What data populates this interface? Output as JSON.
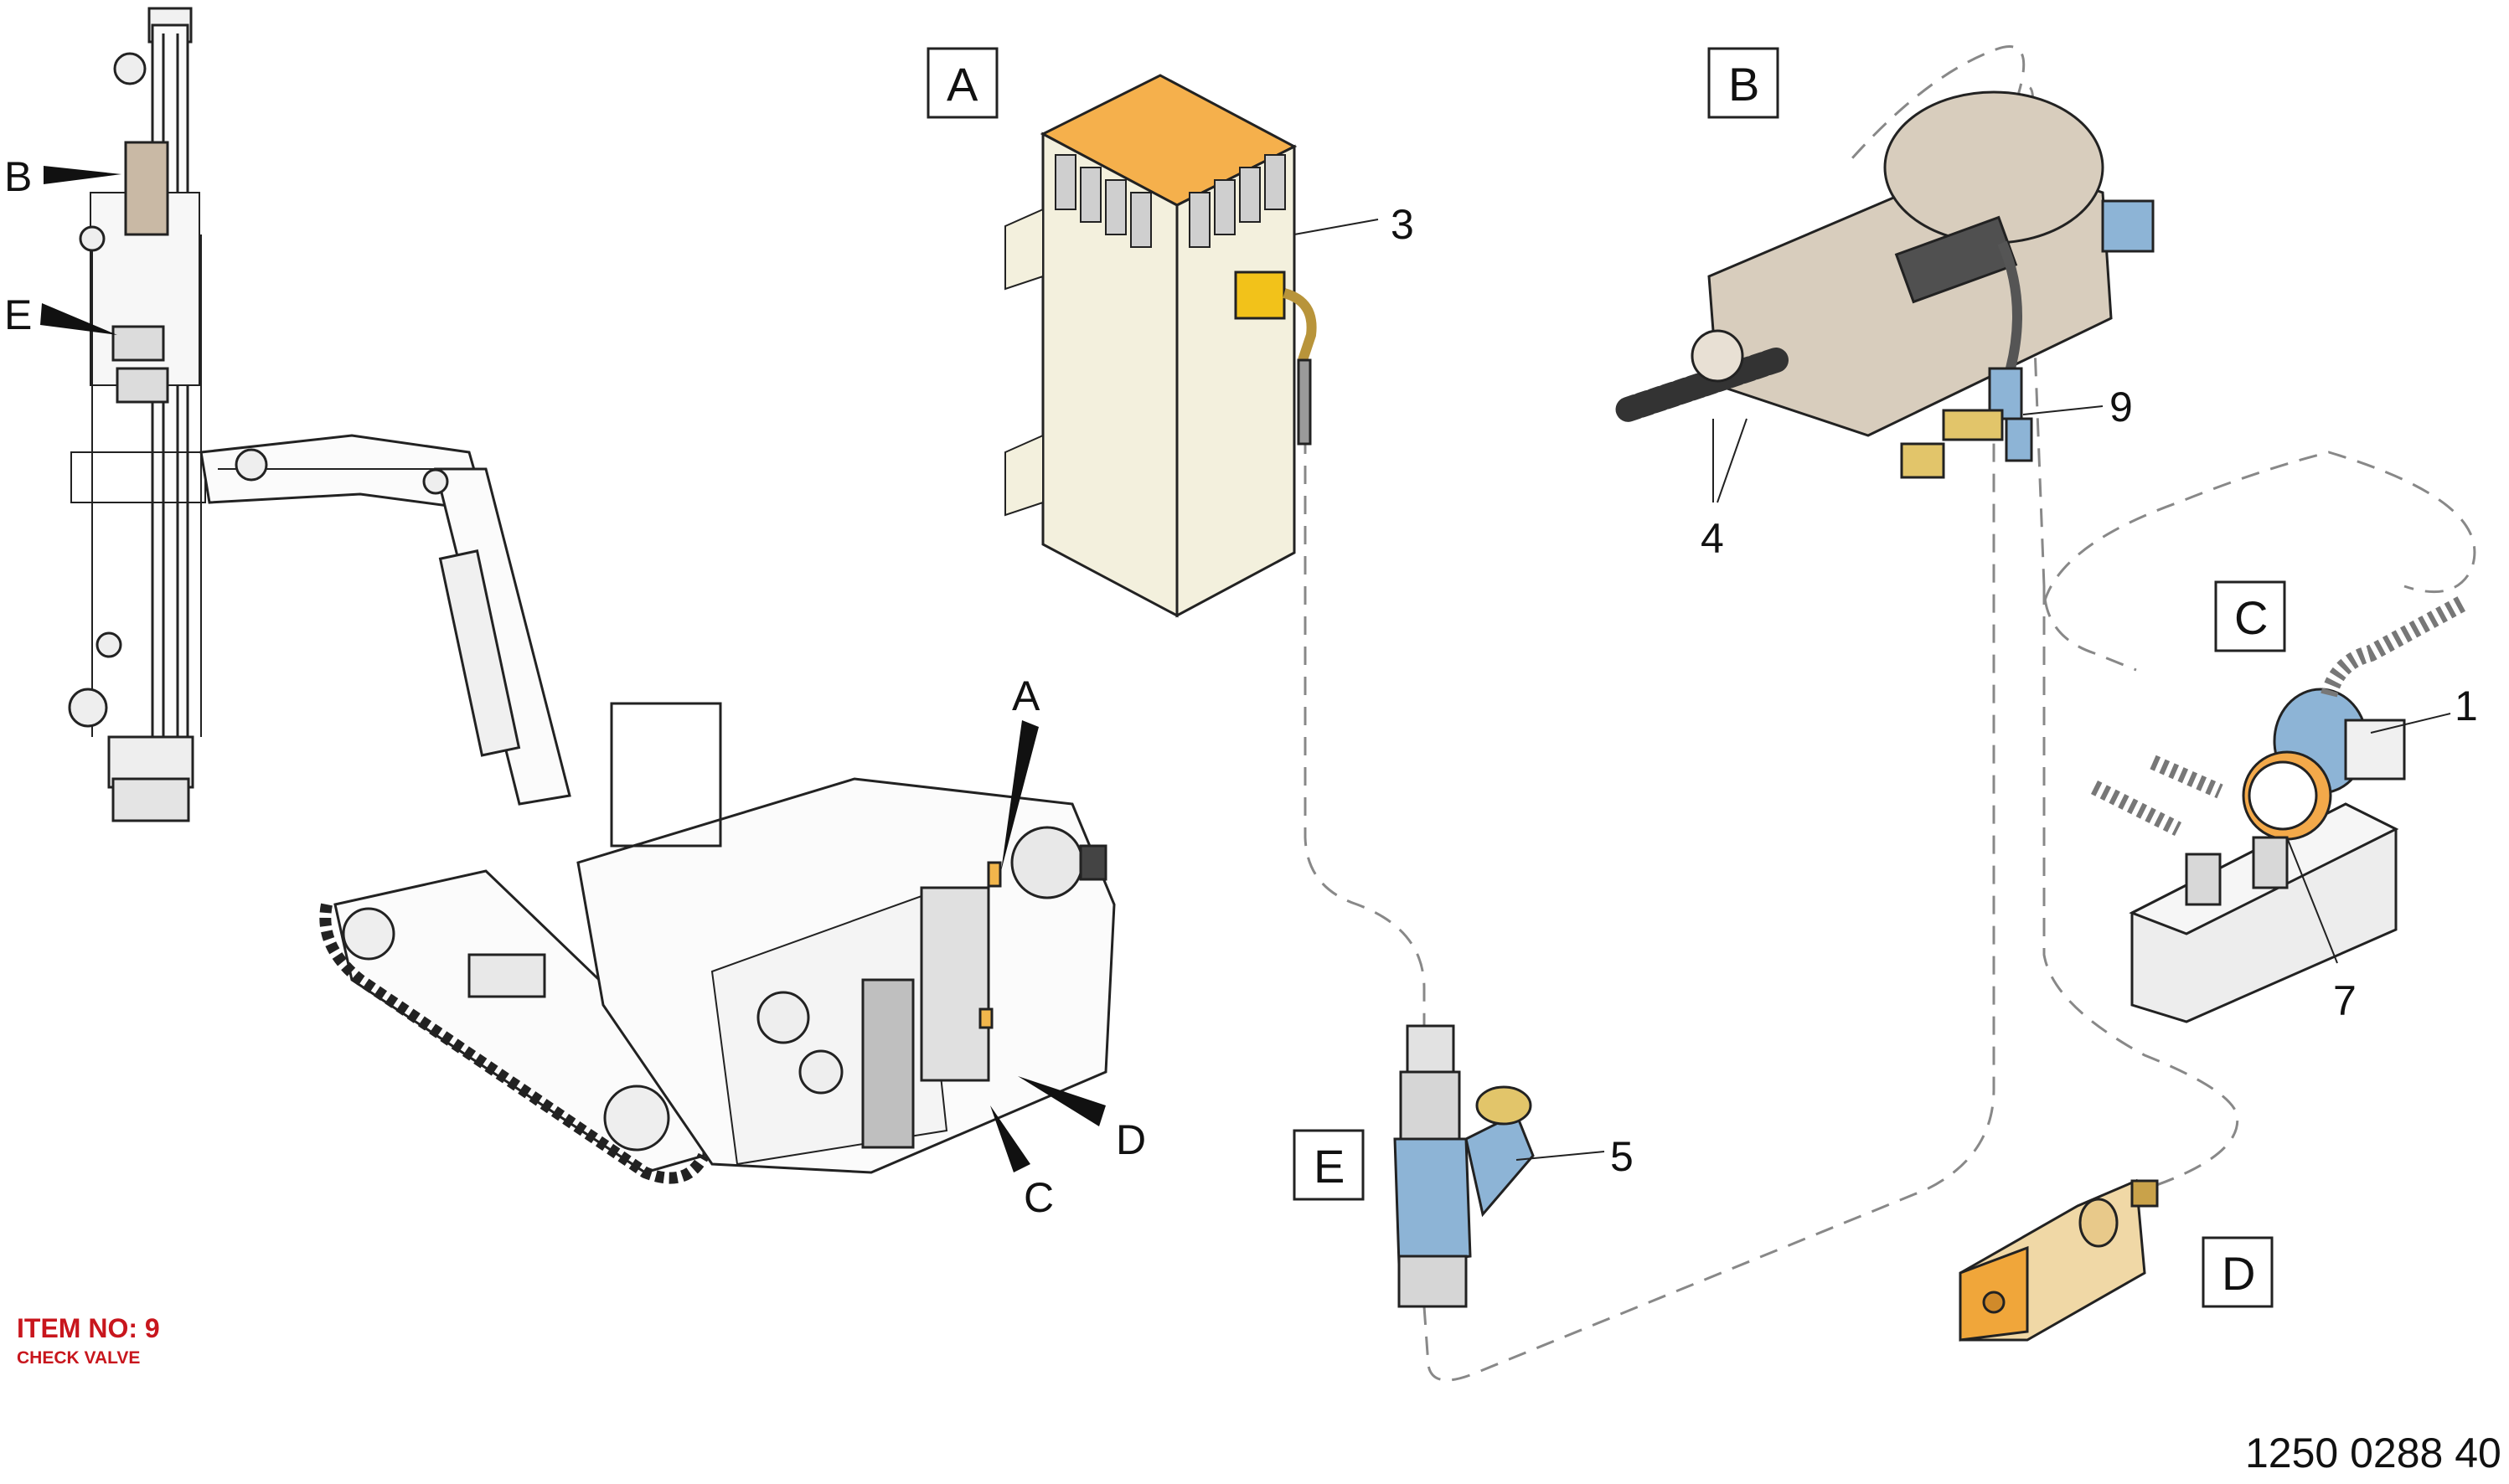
{
  "detail_letters": {
    "a": "A",
    "b": "B",
    "c": "C",
    "d": "D",
    "e": "E"
  },
  "overview_pointers": {
    "b": "B",
    "e": "E",
    "a": "A",
    "c": "C",
    "d": "D"
  },
  "callouts": {
    "n1": "1",
    "n3": "3",
    "n4": "4",
    "n5": "5",
    "n7": "7",
    "n9": "9"
  },
  "item": {
    "title": "ITEM NO: 9",
    "subtitle": "CHECK VALVE"
  },
  "drawing_number": "1250 0288 40",
  "colors": {
    "lid_orange": "#f5b04c",
    "solenoid_yellow": "#f2c21a",
    "valve_blue": "#8db4d6",
    "cabinet_cream": "#f3f0dd",
    "drill_beige": "#d8cdbd",
    "gauge_orange": "#f3a94a",
    "title_red": "#c8161d"
  }
}
